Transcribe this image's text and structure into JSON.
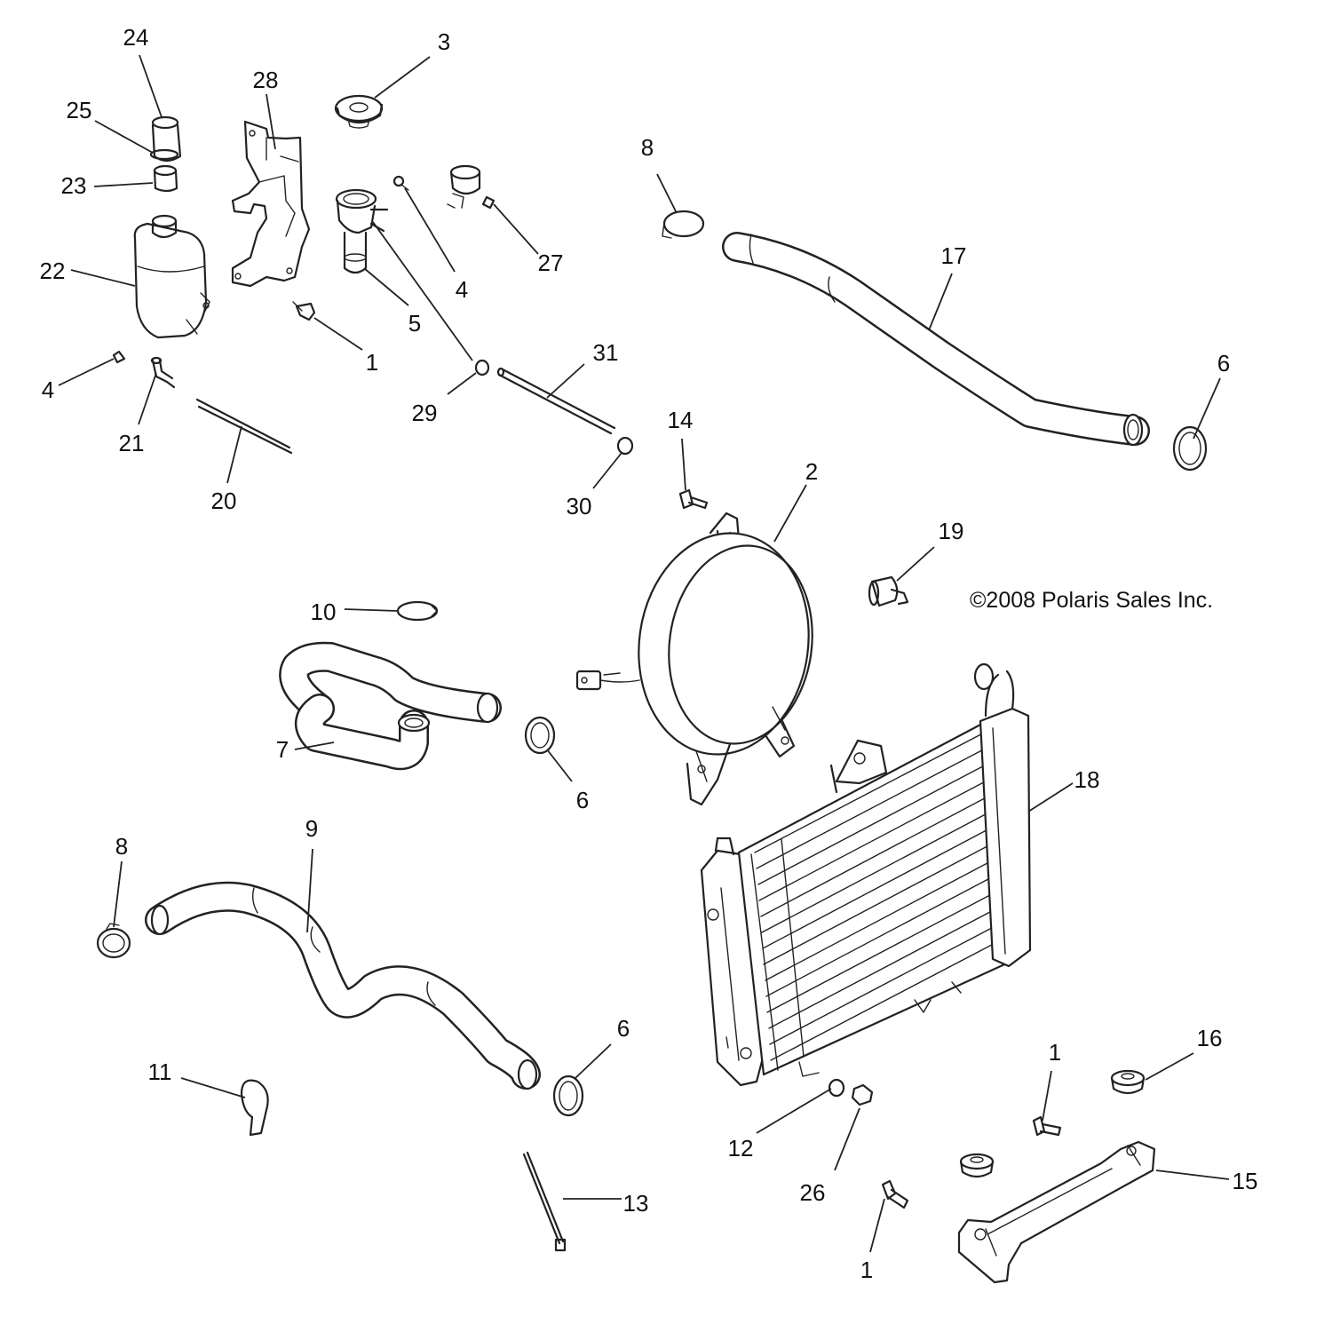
{
  "copyright": "©2008 Polaris Sales Inc.",
  "callouts": {
    "c1a": "1",
    "c1b": "1",
    "c1c": "1",
    "c2": "2",
    "c3": "3",
    "c4a": "4",
    "c4b": "4",
    "c5": "5",
    "c6a": "6",
    "c6b": "6",
    "c6c": "6",
    "c7": "7",
    "c8a": "8",
    "c8b": "8",
    "c9": "9",
    "c10": "10",
    "c11": "11",
    "c12": "12",
    "c13": "13",
    "c14": "14",
    "c15": "15",
    "c16": "16",
    "c17": "17",
    "c18": "18",
    "c19": "19",
    "c20": "20",
    "c21": "21",
    "c22": "22",
    "c23": "23",
    "c24": "24",
    "c25": "25",
    "c26": "26",
    "c27": "27",
    "c28": "28",
    "c29": "29",
    "c30": "30",
    "c31": "31"
  }
}
